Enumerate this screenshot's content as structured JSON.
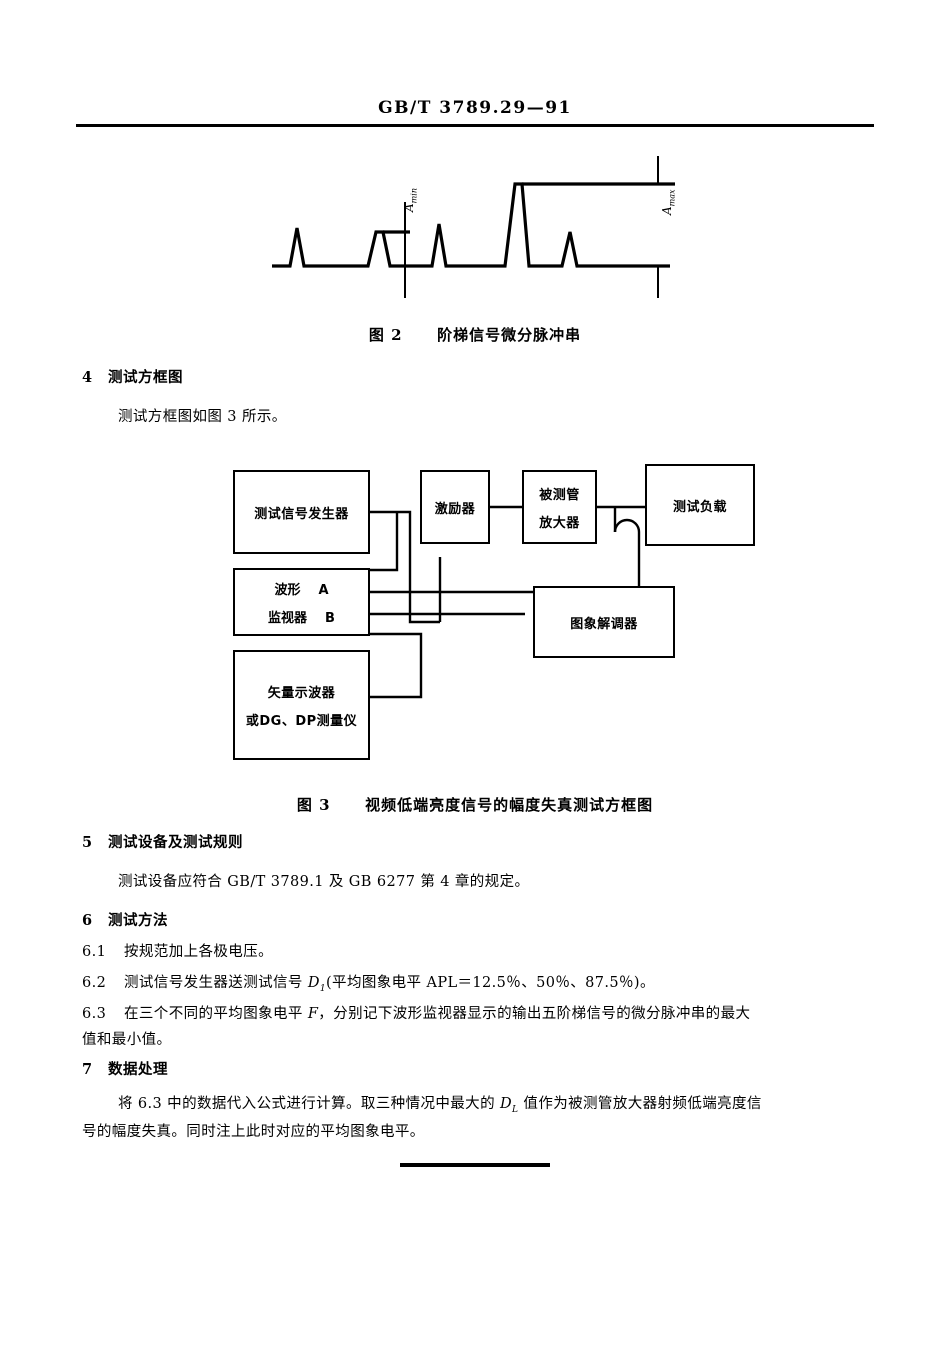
{
  "header": {
    "standard_code": "GB/T 3789.29—91"
  },
  "figure2": {
    "caption_prefix": "图 2",
    "caption_text": "阶梯信号微分脉冲串",
    "label_min": "Amin",
    "label_max": "Amax"
  },
  "section4": {
    "number": "4",
    "title": "测试方框图",
    "paragraph": "测试方框图如图 3 所示。"
  },
  "figure3": {
    "caption_prefix": "图 3",
    "caption_text": "视频低端亮度信号的幅度失真测试方框图",
    "blocks": {
      "signal_generator": "测试信号发生器",
      "exciter": "激励器",
      "tube_amp_line1": "被测管",
      "tube_amp_line2": "放大器",
      "test_load": "测试负载",
      "monitor_line1": "波形",
      "monitor_line1_tag": "A",
      "monitor_line2": "监视器",
      "monitor_line2_tag": "B",
      "vector_scope_line1": "矢量示波器",
      "vector_scope_line2": "或DG、DP测量仪",
      "demodulator": "图象解调器"
    }
  },
  "section5": {
    "number": "5",
    "title": "测试设备及测试规则",
    "paragraph": "测试设备应符合 GB/T 3789.1 及 GB 6277 第 4 章的规定。"
  },
  "section6": {
    "number": "6",
    "title": "测试方法",
    "items": [
      {
        "number": "6.1",
        "text": "按规范加上各极电压。"
      },
      {
        "number": "6.2",
        "text_before": "测试信号发生器送测试信号 ",
        "symbol": "D1",
        "text_after": "(平均图象电平 APL＝12.5％、50％、87.5％)。"
      },
      {
        "number": "6.3",
        "text_before": "在三个不同的平均图象电平 ",
        "symbol": "F",
        "text_after": "，分别记下波形监视器显示的输出五阶梯信号的微分脉冲串的最大",
        "line2": "值和最小值。"
      }
    ]
  },
  "section7": {
    "number": "7",
    "title": "数据处理",
    "line1_before": "将 6.3 中的数据代入公式进行计算。取三种情况中最大的 ",
    "line1_symbol": "DL",
    "line1_after": " 值作为被测管放大器射频低端亮度信",
    "line2": "号的幅度失真。同时注上此时对应的平均图象电平。"
  }
}
